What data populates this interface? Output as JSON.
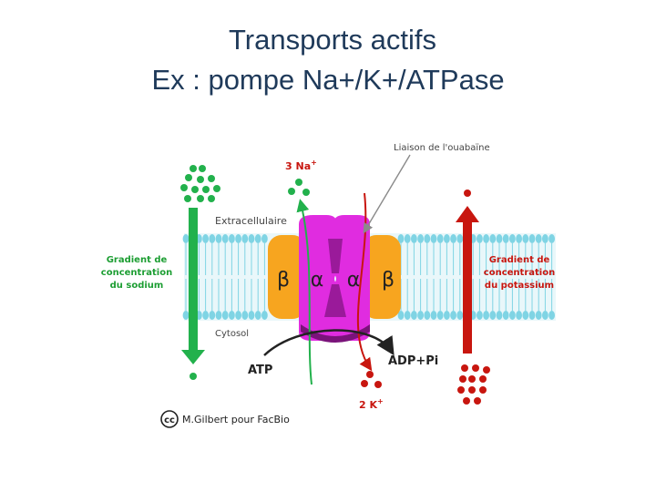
{
  "slide": {
    "title_line1": "Transports actifs",
    "title_line2": "Ex : pompe Na+/K+/ATPase"
  },
  "diagram": {
    "label_ouabaine": "Liaison de l'ouabaïne",
    "label_na": "3 Na",
    "label_na_sup": "+",
    "label_k": "2 K",
    "label_k_sup": "+",
    "label_extracellulaire": "Extracellulaire",
    "label_cytosol": "Cytosol",
    "label_atp": "ATP",
    "label_adp": "ADP+Pi",
    "gradient_sodium": [
      "Gradient de",
      "concentration",
      "du sodium"
    ],
    "gradient_potassium": [
      "Gradient de",
      "concentration",
      "du potassium"
    ],
    "subunit_beta": "β",
    "subunit_alpha": "α",
    "credit": "M.Gilbert pour FacBio",
    "cc_logo": "cc",
    "colors": {
      "sodium": "#22b14c",
      "potassium": "#c8160f",
      "alpha": "#e02ce0",
      "beta": "#f7a51f",
      "membrane": "#7fd4e4",
      "label_green": "#1d9e33",
      "label_red": "#c8160f",
      "label_dark": "#222222"
    }
  }
}
